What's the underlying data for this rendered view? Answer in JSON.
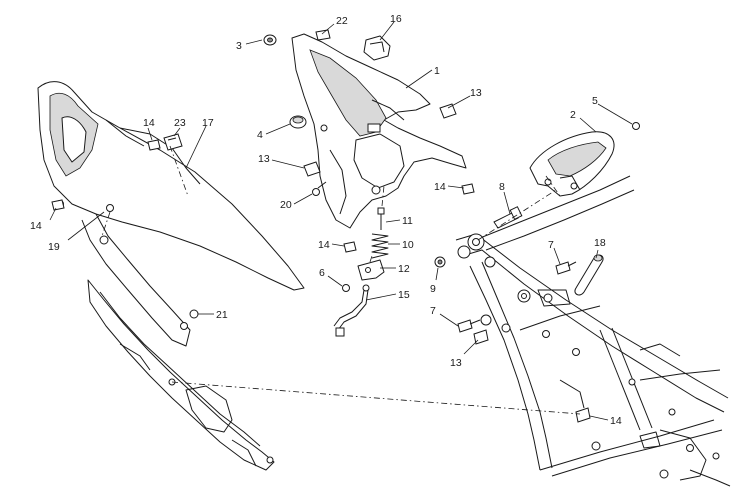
{
  "callouts": [
    {
      "id": "c1",
      "label": "1"
    },
    {
      "id": "c2",
      "label": "2"
    },
    {
      "id": "c3",
      "label": "3"
    },
    {
      "id": "c4",
      "label": "4"
    },
    {
      "id": "c5",
      "label": "5"
    },
    {
      "id": "c6",
      "label": "6"
    },
    {
      "id": "c7a",
      "label": "7"
    },
    {
      "id": "c7b",
      "label": "7"
    },
    {
      "id": "c8",
      "label": "8"
    },
    {
      "id": "c9",
      "label": "9"
    },
    {
      "id": "c10",
      "label": "10"
    },
    {
      "id": "c11",
      "label": "11"
    },
    {
      "id": "c12",
      "label": "12"
    },
    {
      "id": "c13a",
      "label": "13"
    },
    {
      "id": "c13b",
      "label": "13"
    },
    {
      "id": "c13c",
      "label": "13"
    },
    {
      "id": "c14a",
      "label": "14"
    },
    {
      "id": "c14b",
      "label": "14"
    },
    {
      "id": "c14c",
      "label": "14"
    },
    {
      "id": "c14d",
      "label": "14"
    },
    {
      "id": "c14e",
      "label": "14"
    },
    {
      "id": "c15",
      "label": "15"
    },
    {
      "id": "c16",
      "label": "16"
    },
    {
      "id": "c17",
      "label": "17"
    },
    {
      "id": "c18",
      "label": "18"
    },
    {
      "id": "c19",
      "label": "19"
    },
    {
      "id": "c20",
      "label": "20"
    },
    {
      "id": "c21",
      "label": "21"
    },
    {
      "id": "c22",
      "label": "22"
    },
    {
      "id": "c23",
      "label": "23"
    }
  ]
}
